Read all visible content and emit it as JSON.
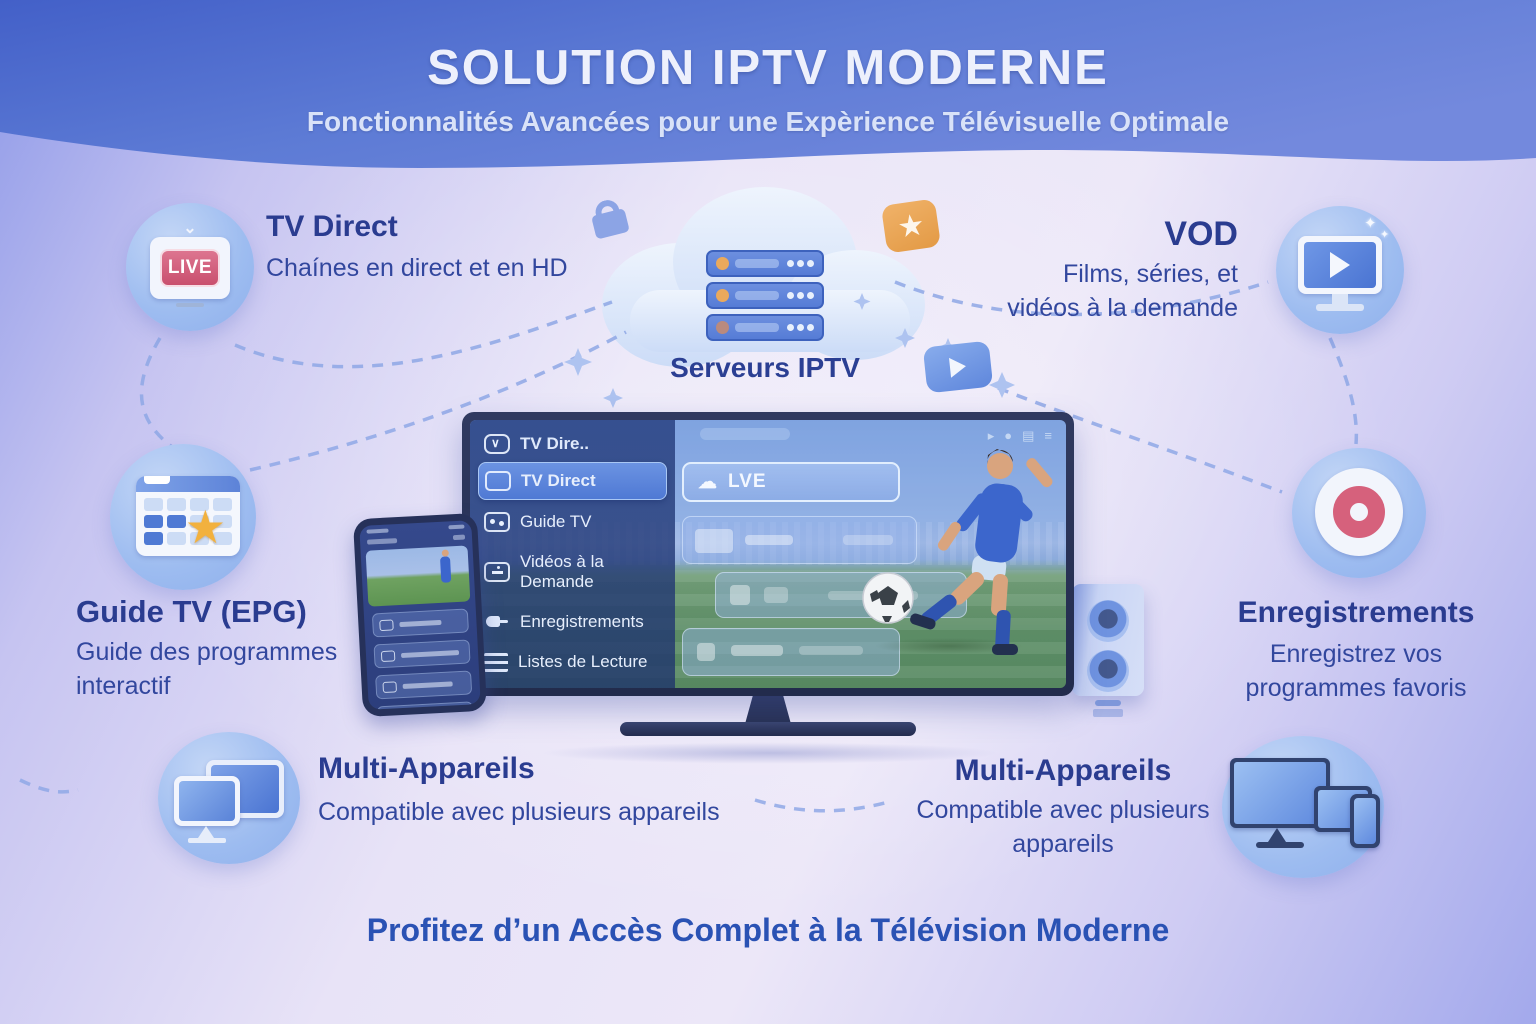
{
  "header": {
    "title": "SOLUTION IPTV MODERNE",
    "subtitle": "Fonctionnalités Avancées pour une Expèrience Télévisuelle Optimale"
  },
  "features": {
    "tv_direct": {
      "title": "TV Direct",
      "description": "Chaínes en direct et en HD",
      "badge": "LIVE"
    },
    "vod": {
      "title": "VOD",
      "description_line1": "Films, séries, et",
      "description_line2": "vidéos à la demande"
    },
    "guide_tv": {
      "title": "Guide TV (EPG)",
      "description_line1": "Guide des programmes",
      "description_line2": "interactif"
    },
    "enregistrements": {
      "title": "Enregistrements",
      "description_line1": "Enregistrez vos",
      "description_line2": "programmes favoris"
    },
    "multi_appareils_left": {
      "title": "Multi-Appareils",
      "description": "Compatible avec plusieurs appareils"
    },
    "multi_appareils_right": {
      "title": "Multi-Appareils",
      "description_line1": "Compatible avec plusieurs",
      "description_line2": "appareils"
    }
  },
  "server": {
    "label": "Serveurs IPTV"
  },
  "tv": {
    "menu_header": "TV Dire..",
    "items": [
      {
        "label": "TV Direct",
        "active": true
      },
      {
        "label": "Guide TV",
        "active": false
      },
      {
        "label": "Vidéos à la Demande",
        "active": false
      },
      {
        "label": "Enregistrements",
        "active": false
      },
      {
        "label": "Listes de Lecture",
        "active": false
      }
    ],
    "live_card_label": "LVE"
  },
  "footer": {
    "tagline": "Profitez d’un Accès Complet à la Télévision Moderne"
  },
  "icons": {
    "live_tv": "tv-live-icon",
    "vod": "monitor-play-icon",
    "guide": "calendar-star-icon",
    "record": "record-dot-icon",
    "multi_left": "dual-monitor-icon",
    "multi_right": "devices-trio-icon",
    "cloud": "cloud-servers-icon",
    "star_badge": "star-badge-icon",
    "play_badge": "play-badge-icon",
    "lock": "padlock-icon"
  },
  "colors": {
    "header_gradient_start": "#4663c9",
    "header_gradient_end": "#7289dd",
    "title_navy": "#2a3c90",
    "desc_blue": "#32479e",
    "tagline_blue": "#2a52b4",
    "accent_pink": "#d6617c",
    "accent_orange": "#eda84f",
    "server_blue": "#5b80d8",
    "icon_circle_blue": "#9dbcf0",
    "background_lavender": "#e8e3f7"
  }
}
